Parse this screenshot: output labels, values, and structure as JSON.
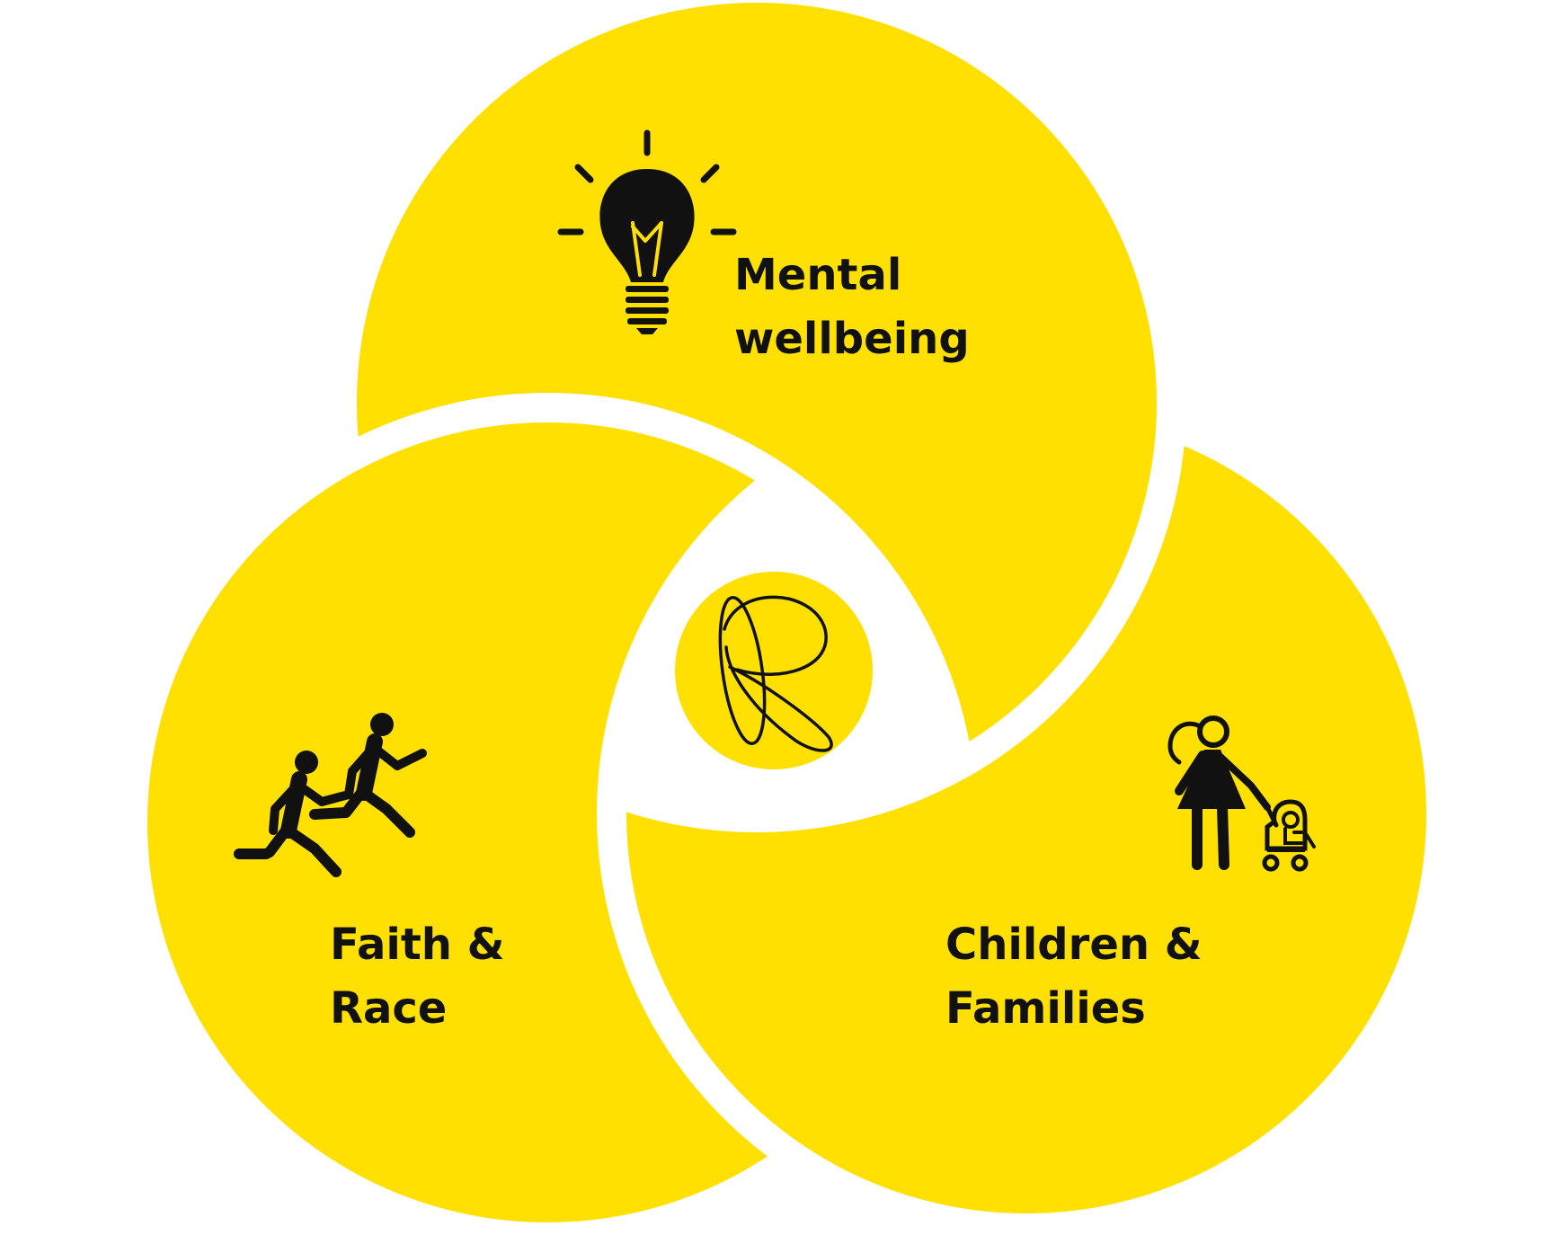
{
  "colors": {
    "background": "#ffffff",
    "circle_fill": "#FFE000",
    "ink": "#111111"
  },
  "segments": [
    {
      "id": "mental",
      "label_lines": [
        "Mental",
        "wellbeing"
      ],
      "icon": "lightbulb-icon"
    },
    {
      "id": "faith",
      "label_lines": [
        "Faith &",
        "Race"
      ],
      "icon": "running-people-icon"
    },
    {
      "id": "children",
      "label_lines": [
        "Children &",
        "Families"
      ],
      "icon": "parent-with-stroller-icon"
    }
  ],
  "center": {
    "icon": "r-logo-icon"
  }
}
